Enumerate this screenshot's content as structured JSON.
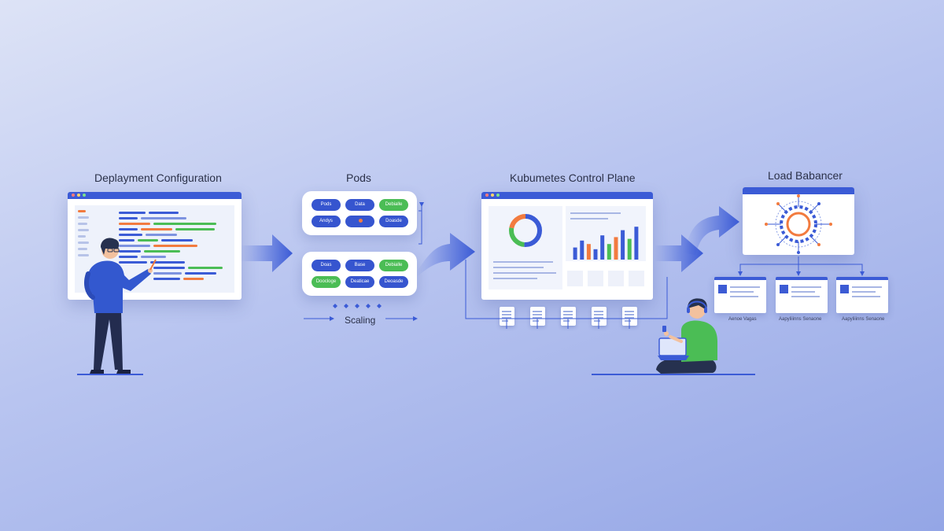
{
  "stages": {
    "deployment": {
      "title": "Deplayment Configuration"
    },
    "pods": {
      "title": "Pods",
      "group1": [
        "Pods",
        "Data",
        "Debialle",
        "Andys",
        "",
        "Doasde"
      ],
      "group2": [
        "Doas",
        "Base",
        "Debialle",
        "Doocloge",
        "Deaticae",
        "Deoasde"
      ],
      "scaling_label": "Scaling"
    },
    "control_plane": {
      "title": "Kubumetes Control Plane"
    },
    "load_balancer": {
      "title": "Load Babancer",
      "services": [
        "Aenoe Vagas",
        "Aapyliiinns Senaone",
        "Aapyliiinns Senaone"
      ]
    }
  },
  "colors": {
    "accent": "#3b5bd6",
    "green": "#4bbd55",
    "orange": "#f27b3f",
    "background": "#b9c5f0"
  },
  "chart_bars": [
    {
      "color": "#3b5bd6",
      "value": 0.35
    },
    {
      "color": "#3b5bd6",
      "value": 0.55
    },
    {
      "color": "#f27b3f",
      "value": 0.45
    },
    {
      "color": "#3b5bd6",
      "value": 0.3
    },
    {
      "color": "#3b5bd6",
      "value": 0.7
    },
    {
      "color": "#4bbd55",
      "value": 0.45
    },
    {
      "color": "#f27b3f",
      "value": 0.65
    },
    {
      "color": "#3b5bd6",
      "value": 0.85
    },
    {
      "color": "#4bbd55",
      "value": 0.6
    },
    {
      "color": "#3b5bd6",
      "value": 0.95
    }
  ],
  "icons": [
    "person-developer-illustration",
    "person-laptop-illustration",
    "flow-arrow-icon",
    "donut-chart-icon",
    "bar-chart-icon",
    "network-hub-icon",
    "document-icon"
  ]
}
